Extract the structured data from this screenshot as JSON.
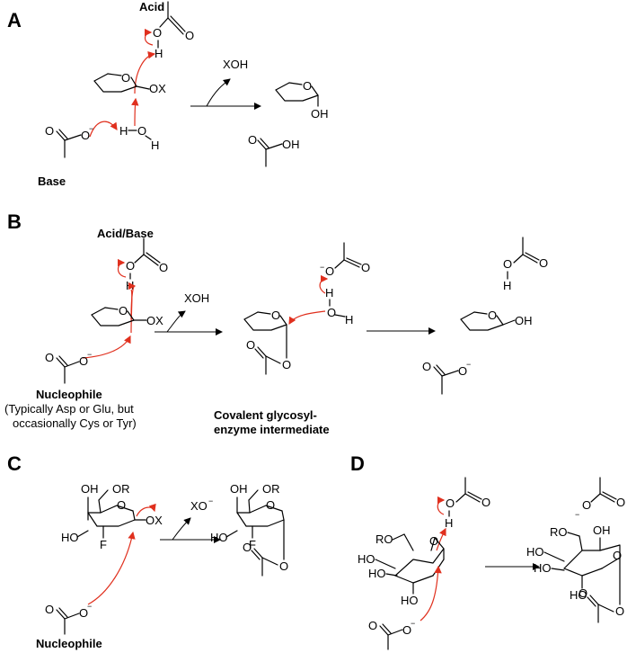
{
  "colors": {
    "arrow_red": "#e0301e",
    "ink": "#000000"
  },
  "panels": {
    "A": {
      "letter": "A",
      "acid_label": "Acid",
      "base_label": "Base",
      "leaving_group": "XOH",
      "substituent_ox": "OX",
      "product_oh": "OH",
      "acid_product_oh": "OH"
    },
    "B": {
      "letter": "B",
      "acid_base_label": "Acid/Base",
      "leaving_group": "XOH",
      "substituent_ox": "OX",
      "product_oh": "OH",
      "nucleophile_label": "Nucleophile",
      "nucleophile_note_1": "(Typically Asp or Glu, but",
      "nucleophile_note_2": "occasionally Cys or Tyr)",
      "intermediate_label_1": "Covalent glycosyl-",
      "intermediate_label_2": "enzyme intermediate"
    },
    "C": {
      "letter": "C",
      "leaving_group": "XO",
      "nucleophile_label": "Nucleophile",
      "oh": "OH",
      "or": "OR",
      "ho": "HO",
      "f": "F",
      "ox": "OX"
    },
    "D": {
      "letter": "D",
      "ro": "RO",
      "ho": "HO",
      "oh": "OH"
    },
    "atoms": {
      "O": "O",
      "H": "H",
      "minus": "−"
    }
  }
}
